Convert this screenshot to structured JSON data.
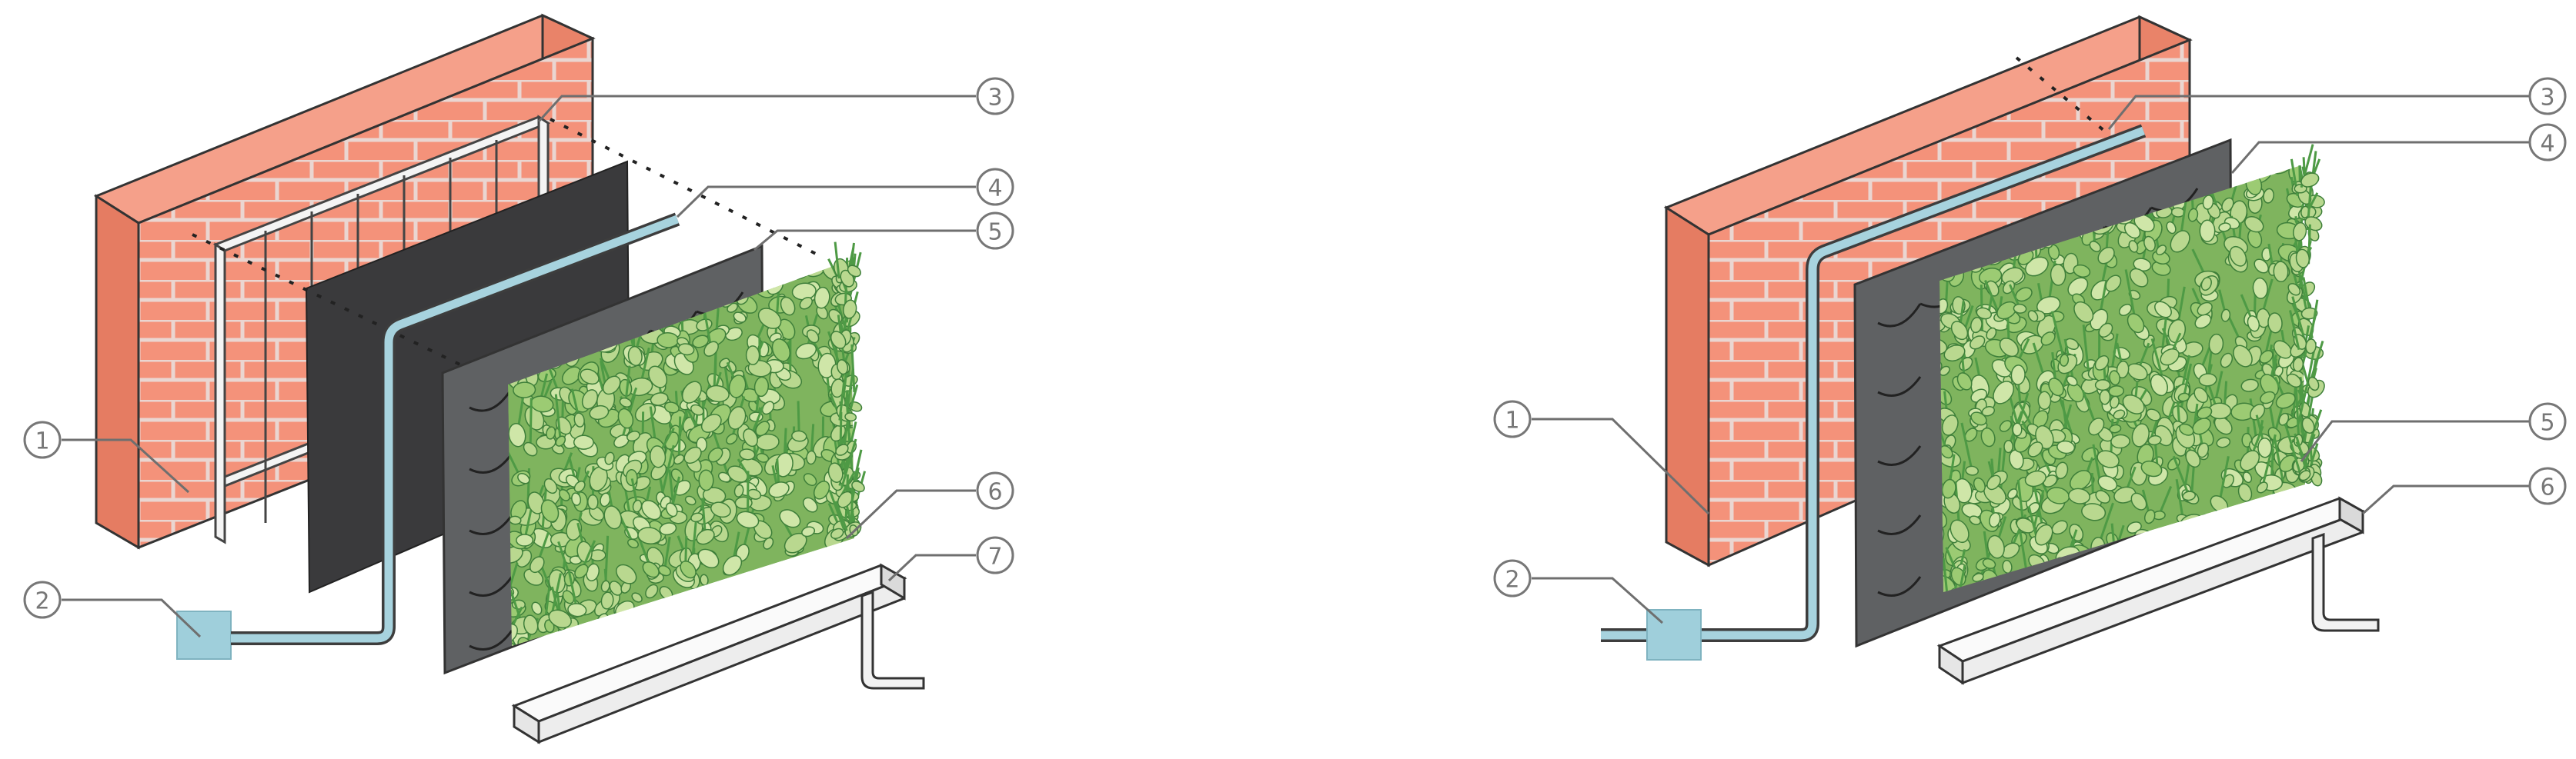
{
  "left_diagram": {
    "callouts": [
      "1",
      "2",
      "3",
      "4",
      "5",
      "6",
      "7"
    ]
  },
  "right_diagram": {
    "callouts": [
      "1",
      "2",
      "3",
      "4",
      "5",
      "6"
    ]
  },
  "colors": {
    "brick": "#F4927A",
    "mortar": "#E8D8D4",
    "frame": "#F2F2F2",
    "membrane": "#3A3A3C",
    "felt_panel": "#5F6163",
    "pipe": "#A7D3DE",
    "pump": "#9FCFDB",
    "gutter": "#F4F4F4",
    "plant_light": "#B9D88F",
    "plant_dark": "#4E9A45",
    "leader_line": "#6F6F6F"
  }
}
